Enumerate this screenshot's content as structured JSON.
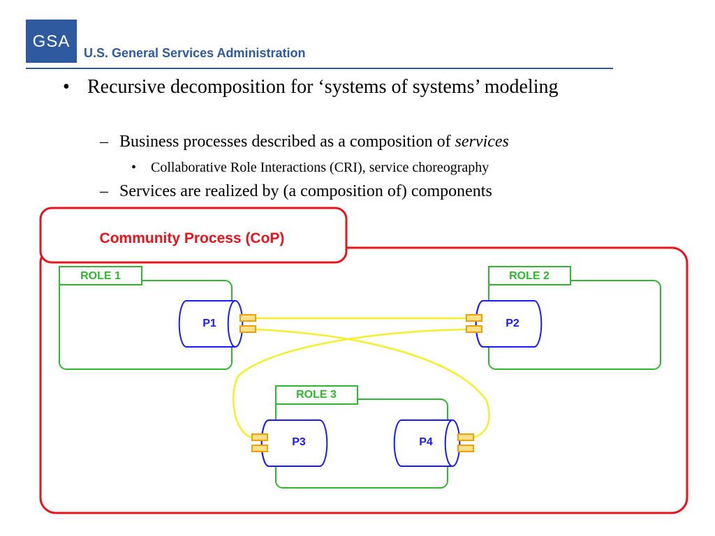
{
  "header": {
    "logo_text": "GSA",
    "agency": "U.S. General Services Administration",
    "colors": {
      "brand": "#2f5aa0"
    }
  },
  "bullets": {
    "level1": "Recursive decomposition for ‘systems of systems’ modeling",
    "level2a_prefix": "Business processes described as a composition of ",
    "level2a_emph": "services",
    "level3": "Collaborative Role Interactions (CRI), service choreography",
    "level2b": "Services are realized by (a composition of) components",
    "marks": {
      "bullet": "•",
      "dash": "–"
    }
  },
  "diagram": {
    "community_label": "Community Process (CoP)",
    "roles": [
      "ROLE 1",
      "ROLE 2",
      "ROLE 3"
    ],
    "components": [
      "P1",
      "P2",
      "P3",
      "P4"
    ],
    "colors": {
      "community": "#e8141c",
      "role": "#2eb82e",
      "component": "#1a1aff",
      "connector": "#f5ef2a",
      "port_fill": "#ffe08a",
      "port_stroke": "#f0a000"
    }
  }
}
